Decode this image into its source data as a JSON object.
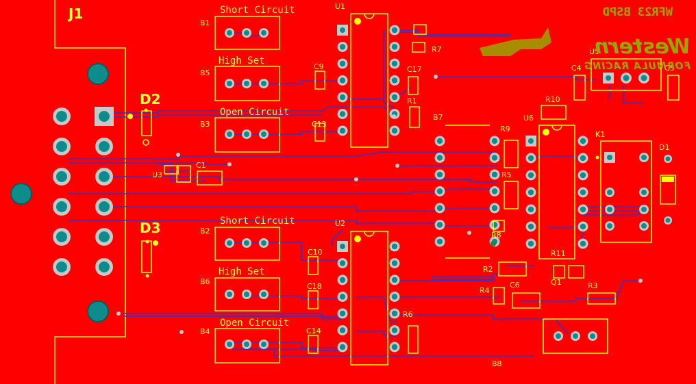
{
  "board": {
    "background_color": "#ff0000",
    "silkscreen_color": "#ffff00",
    "trace_color": "#3333cc",
    "via_color": "#0e8c8c",
    "logo_color": "#9aa600",
    "mirrored_title": "WFR23 BSPD",
    "logo_text": "Western",
    "logo_subtext": "FORMULA RACING"
  },
  "connector": {
    "ref": "J1"
  },
  "sections": {
    "short_circuit": "Short Circuit",
    "high_set": "High Set",
    "open_circuit": "Open Circuit"
  },
  "refs": {
    "B1": "B1",
    "B2": "B2",
    "B3": "B3",
    "B4": "B4",
    "B5": "B5",
    "B6": "B6",
    "B7": "B7",
    "B8": "B8",
    "U1": "U1",
    "U2": "U2",
    "U3": "U3",
    "U5": "U5",
    "U6": "U6",
    "D1": "D1",
    "D2": "D2",
    "D3": "D3",
    "C1": "C1",
    "C4": "C4",
    "C5": "C5",
    "C6": "C6",
    "C9": "C9",
    "C10": "C10",
    "C13": "C13",
    "C14": "C14",
    "C17": "C17",
    "C18": "C18",
    "R1": "R1",
    "R2": "R2",
    "R3": "R3",
    "R4": "R4",
    "R5": "R5",
    "R6": "R6",
    "R7": "R7",
    "R8": "R8",
    "R9": "R9",
    "R10": "R10",
    "R11": "R11",
    "K1": "K1",
    "Q1": "Q1"
  }
}
